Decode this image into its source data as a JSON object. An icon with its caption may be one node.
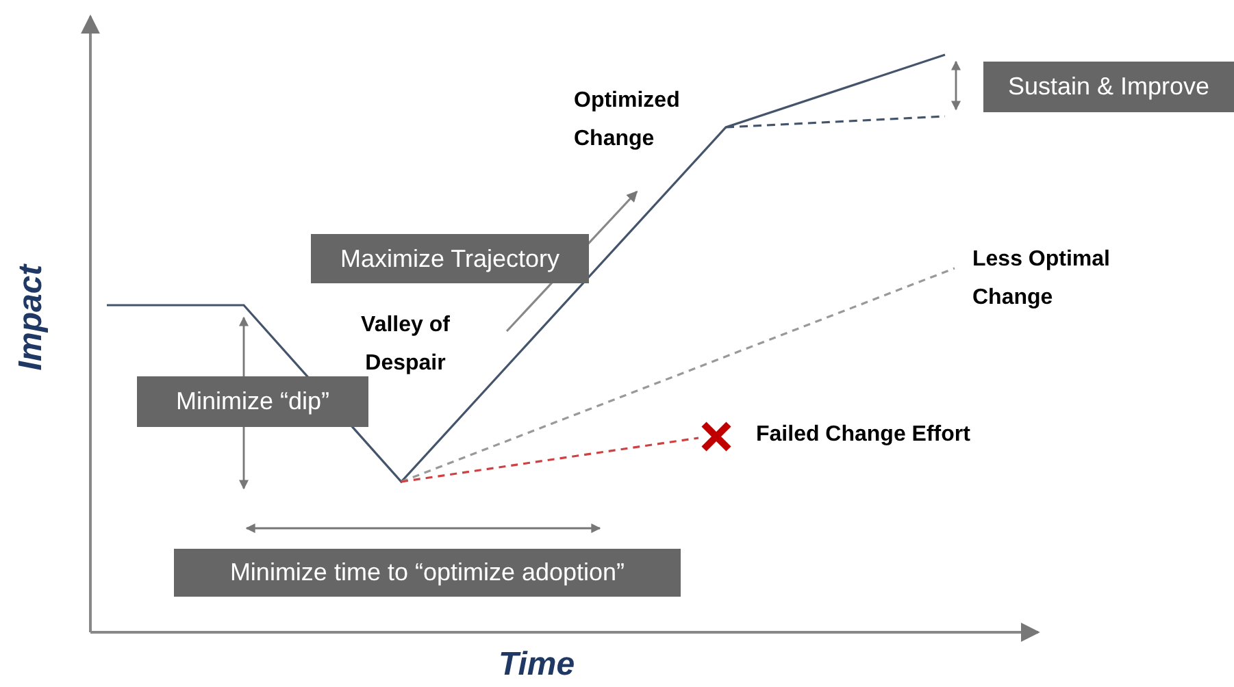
{
  "diagram": {
    "nodes": [
      {
        "text": [
          "Sustain & Improve"
        ]
      },
      {
        "text": [
          "Maximize Trajectory"
        ]
      },
      {
        "text": [
          "Minimize “dip”"
        ]
      },
      {
        "text": [
          "Minimize time to “optimize adoption”"
        ]
      }
    ],
    "edges": [],
    "labels": [
      "Optimized Change",
      "Valley of Despair",
      "Less Optimal Change",
      "Failed Change Effort",
      "Impact",
      "Time"
    ]
  }
}
